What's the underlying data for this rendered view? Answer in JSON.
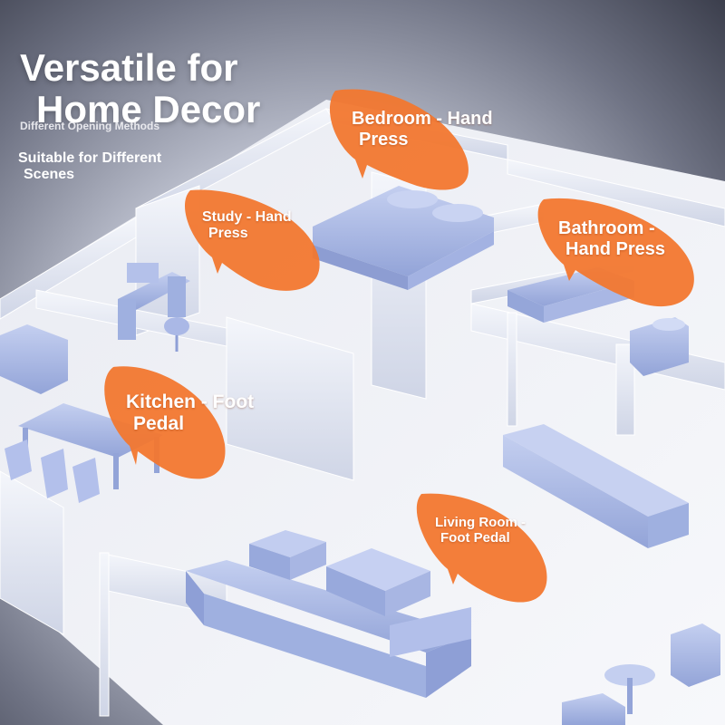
{
  "headline": {
    "line1": "Versatile for",
    "line2": "Home Decor"
  },
  "subtitles": {
    "opening_methods": "Different Opening Methods",
    "scenes_line1": "Suitable for Different",
    "scenes_line2": "Scenes"
  },
  "callouts": {
    "bedroom": {
      "line1": "Bedroom - Hand",
      "line2": "Press"
    },
    "study": {
      "line1": "Study - Hand",
      "line2": "Press"
    },
    "bathroom": {
      "line1": "Bathroom -",
      "line2": "Hand Press"
    },
    "kitchen": {
      "line1": "Kitchen - Foot",
      "line2": "Pedal"
    },
    "living_room": {
      "line1": "Living Room -",
      "line2": "Foot Pedal"
    }
  },
  "colors": {
    "callout_orange": "#f2772f",
    "furniture_blue": "#aebde8",
    "floor_white": "#f1f2f6",
    "wall_glass": "#dfe3ee",
    "background_dark": "#3b3e4c"
  }
}
